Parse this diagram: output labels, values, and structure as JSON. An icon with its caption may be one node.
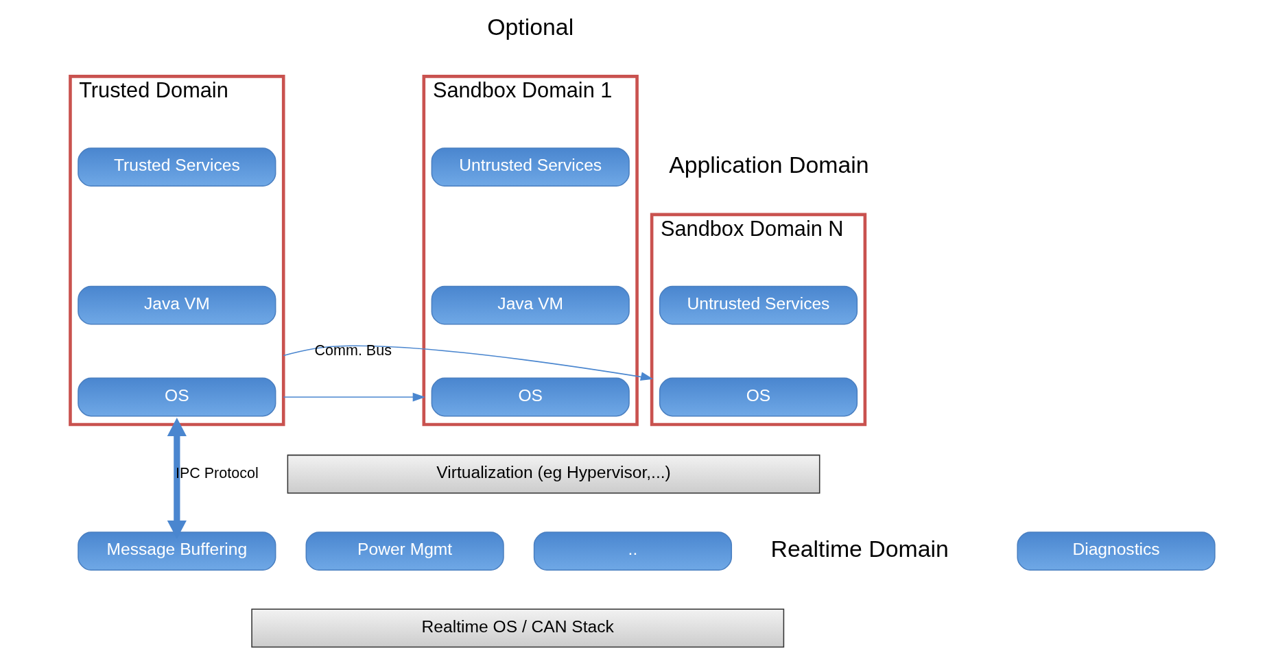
{
  "diagram": {
    "nodes": [
      {
        "text": [
          "Trusted Domain"
        ]
      },
      {
        "text": [
          "Trusted Services"
        ],
        "in": 0
      },
      {
        "text": [
          "Java VM"
        ],
        "in": 0
      },
      {
        "text": [
          "OS"
        ],
        "in": 0
      },
      {
        "text": [
          "Sandbox Domain 1"
        ]
      },
      {
        "text": [
          "Untrusted Services"
        ],
        "in": 4
      },
      {
        "text": [
          "Java VM"
        ],
        "in": 4
      },
      {
        "text": [
          "OS"
        ],
        "in": 4
      },
      {
        "text": [
          "Sandbox Domain N"
        ]
      },
      {
        "text": [
          "Untrusted Services"
        ],
        "in": 8
      },
      {
        "text": [
          "OS"
        ],
        "in": 8
      },
      {
        "text": [
          "Virtualization (eg Hypervisor,...)"
        ]
      },
      {
        "text": [
          "Diagnostics"
        ]
      },
      {
        "text": [
          "Message Buffering"
        ]
      },
      {
        "text": [
          "Power Mgmt"
        ]
      },
      {
        "text": [
          ".."
        ]
      },
      {
        "text": [
          "Realtime OS / CAN Stack"
        ]
      }
    ],
    "edges": [
      {
        "from": 0,
        "to": 4,
        "arrow": "to"
      },
      {
        "from": 0,
        "to": 8,
        "arrow": "to",
        "label": "Comm. Bus"
      },
      {
        "from": 0,
        "to": 13,
        "arrow": "both",
        "label": "IPC Protocol",
        "style": "thick"
      }
    ],
    "labels": [
      "Optional",
      "Application Domain",
      "Realtime Domain"
    ]
  }
}
